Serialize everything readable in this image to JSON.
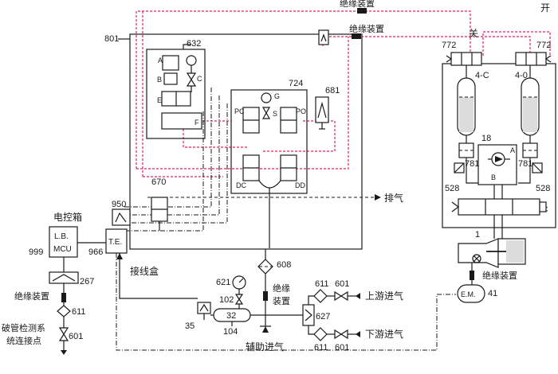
{
  "labels": {
    "insulator_top_1": "绝缘装置",
    "insulator_top_2": "绝缘装置",
    "off": "关",
    "on": "开",
    "n801": "801",
    "n632": "632",
    "n724": "724",
    "n681": "681",
    "n772_left": "772",
    "n772_right": "772",
    "n4c": "4-C",
    "n4o": "4-0",
    "n18": "18",
    "n781_left": "781",
    "n781_right": "781",
    "n528_left": "528",
    "n528_right": "528",
    "n670": "670",
    "n950": "950",
    "n999": "999",
    "n966": "966",
    "n267": "267",
    "n611_left": "611",
    "n601_left": "601",
    "n621": "621",
    "n102": "102",
    "n32": "32",
    "n35": "35",
    "n104": "104",
    "n608": "608",
    "n611_top": "611",
    "n601_top": "601",
    "n627": "627",
    "n611_bottom": "611",
    "n601_bottom": "601",
    "n1": "1",
    "n41": "41",
    "exhaust": "排气",
    "electric_box": "电控箱",
    "lb": "L.B.",
    "mcu": "MCU",
    "te": "T.E.",
    "junction_box": "接线盒",
    "insulator_left": "绝缘装置",
    "break_detect_1": "破管检测系",
    "break_detect_2": "统连接点",
    "insulator_mid_1": "绝缘",
    "insulator_mid_2": "装置",
    "aux_intake": "辅助进气",
    "upstream_intake": "上游进气",
    "downstream_intake": "下游进气",
    "insulator_right": "绝缘装置",
    "em": "E.M.",
    "pc": "PC",
    "po": "PO",
    "dc": "DC",
    "dd": "DD",
    "g": "G",
    "s": "S",
    "a": "A",
    "b": "B",
    "c": "C",
    "e": "E",
    "f": "F",
    "pump_a": "A",
    "pump_b": "B",
    "valve_c": "C"
  }
}
